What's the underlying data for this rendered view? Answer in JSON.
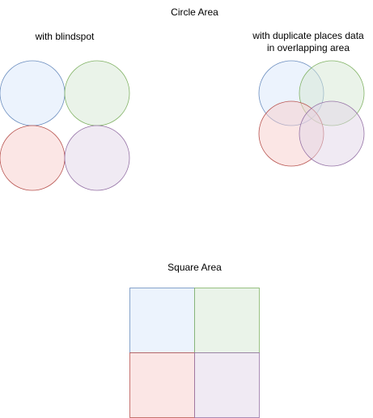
{
  "titles": {
    "circle_area": "Circle Area",
    "square_area": "Square Area"
  },
  "circle_sections": {
    "blindspot_label": "with blindspot",
    "duplicate_label_line1": "with duplicate places data",
    "duplicate_label_line2": "in overlapping area"
  },
  "colors": {
    "blue_fill": "#dae8fc",
    "blue_stroke": "#6c8ebf",
    "green_fill": "#d5e8d4",
    "green_stroke": "#82b366",
    "red_fill": "#f8cecc",
    "red_stroke": "#b85450",
    "purple_fill": "#e1d5e7",
    "purple_stroke": "#9673a6",
    "fill_opacity": 0.5
  }
}
